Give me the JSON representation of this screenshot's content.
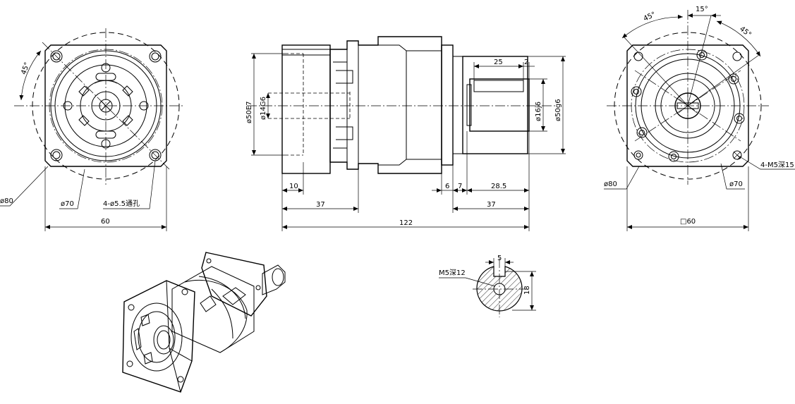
{
  "front_view": {
    "angle_label": "45°",
    "dim_outer_circle": "ø80",
    "dim_pcd": "ø70",
    "dim_holes": "4-ø5.5通孔",
    "dim_width": "60"
  },
  "side_view": {
    "dim_flange_bore": "ø50E7",
    "dim_input_bore": "ø14G6",
    "dim_shaft": "ø16j6",
    "dim_pilot": "ø50g6",
    "dim_key_length": "25",
    "dim_key_offset": "2",
    "dim_10": "10",
    "dim_37_left": "37",
    "dim_6": "6",
    "dim_7": "7",
    "dim_28_5": "28.5",
    "dim_37_right": "37",
    "dim_total": "122"
  },
  "rear_view": {
    "angle_top_left": "45°",
    "angle_top": "15°",
    "angle_top_right": "45°",
    "dim_threads": "4-M5深15",
    "dim_outer_circle": "ø80",
    "dim_pcd": "ø70",
    "dim_square": "□60"
  },
  "shaft_section": {
    "dim_tap": "M5深12",
    "dim_key_width": "5",
    "dim_height": "18"
  }
}
